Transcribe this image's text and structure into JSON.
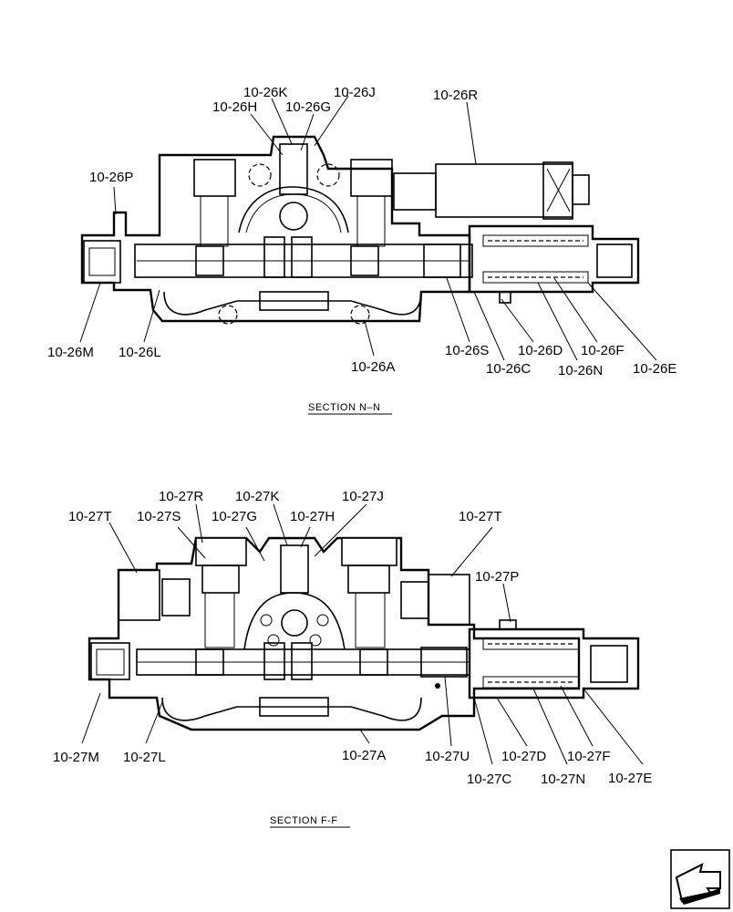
{
  "diagrams": [
    {
      "id": "section-n-n",
      "title": "SECTION  N–N",
      "callouts": [
        "10-26K",
        "10-26J",
        "10-26H",
        "10-26G",
        "10-26R",
        "10-26P",
        "10-26M",
        "10-26L",
        "10-26A",
        "10-26S",
        "10-26D",
        "10-26F",
        "10-26C",
        "10-26N",
        "10-26E"
      ]
    },
    {
      "id": "section-f-f",
      "title": "SECTION  F-F",
      "callouts": [
        "10-27R",
        "10-27K",
        "10-27J",
        "10-27T",
        "10-27S",
        "10-27G",
        "10-27H",
        "10-27T",
        "10-27P",
        "10-27M",
        "10-27L",
        "10-27A",
        "10-27U",
        "10-27D",
        "10-27F",
        "10-27C",
        "10-27N",
        "10-27E"
      ]
    }
  ],
  "nav_icon": "page-turn-arrow-icon"
}
